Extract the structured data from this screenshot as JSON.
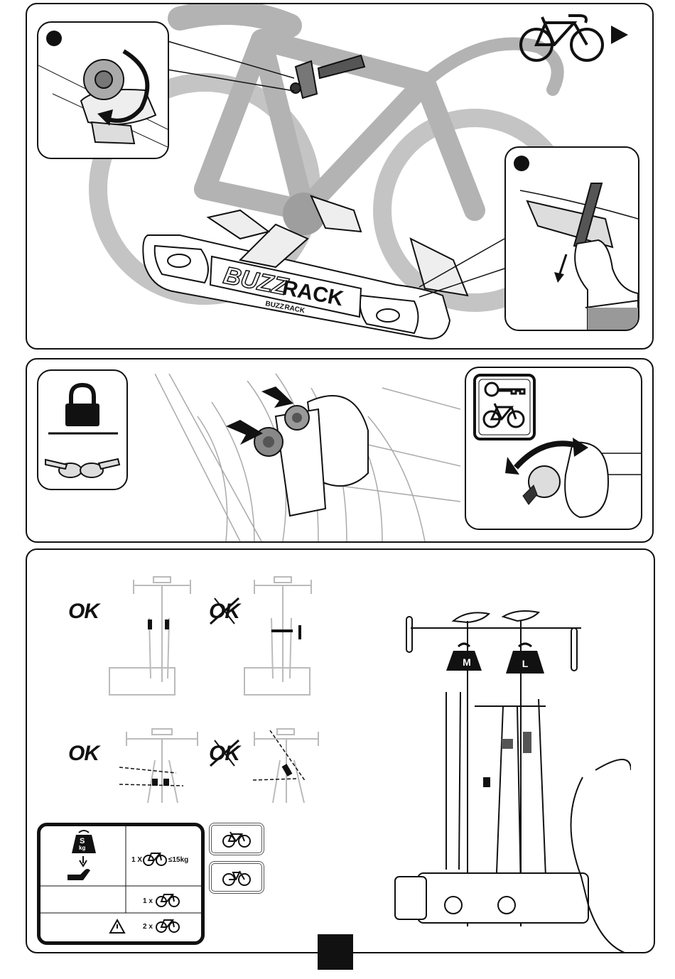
{
  "rack": {
    "brand_large_1": "BUZZ",
    "brand_large_2": "RACK",
    "brand_small_1": "BUZZ",
    "brand_small_2": "RACK"
  },
  "checks": {
    "ok_top": "OK",
    "notok_top": "OK",
    "ok_bottom": "OK",
    "notok_bottom": "OK"
  },
  "weights": {
    "m": "M",
    "l": "L"
  },
  "load_table": {
    "weight_label": "S",
    "weight_unit": "kg",
    "row1_count": "1 X",
    "row1_value": "≤15kg",
    "row2_count": "1 x",
    "row3_count": "2 x"
  },
  "colors": {
    "ink": "#111111",
    "ghost": "#bdbdbd",
    "mid_gray": "#8a8a8a"
  }
}
